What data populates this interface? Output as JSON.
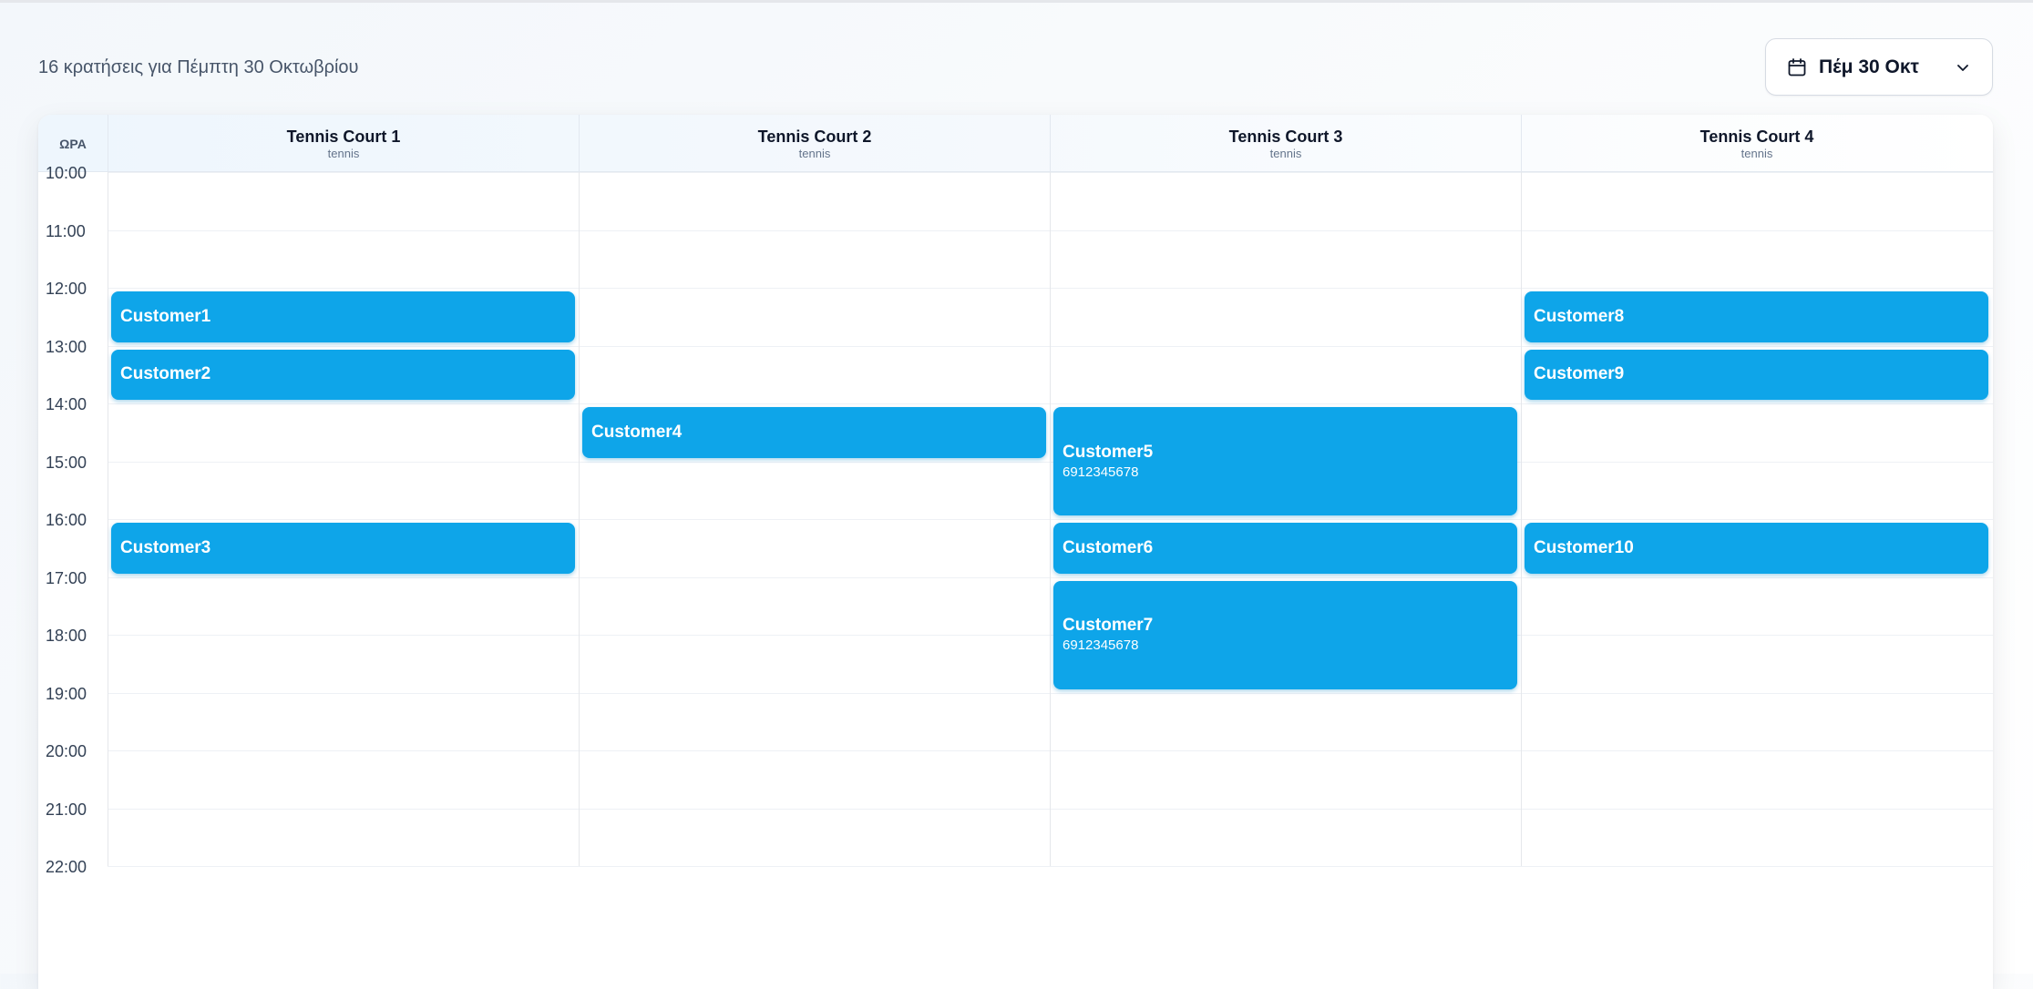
{
  "summary": "16 κρατήσεις για Πέμπτη 30 Οκτωβρίου",
  "date_picker": {
    "label": "Πέμ 30 Οκτ",
    "icon": "calendar-icon",
    "chevron": "chevron-down-icon"
  },
  "grid": {
    "time_header": "ΩΡΑ",
    "courts": [
      {
        "name": "Tennis Court 1",
        "sport": "tennis"
      },
      {
        "name": "Tennis Court 2",
        "sport": "tennis"
      },
      {
        "name": "Tennis Court 3",
        "sport": "tennis"
      },
      {
        "name": "Tennis Court 4",
        "sport": "tennis"
      }
    ],
    "hours": [
      "10:00",
      "11:00",
      "12:00",
      "13:00",
      "14:00",
      "15:00",
      "16:00",
      "17:00",
      "18:00",
      "19:00",
      "20:00",
      "21:00",
      "22:00"
    ],
    "bookings": [
      {
        "court": 0,
        "start": 12,
        "end": 13,
        "name": "Customer1",
        "phone": ""
      },
      {
        "court": 0,
        "start": 13,
        "end": 14,
        "name": "Customer2",
        "phone": ""
      },
      {
        "court": 0,
        "start": 16,
        "end": 17,
        "name": "Customer3",
        "phone": ""
      },
      {
        "court": 1,
        "start": 14,
        "end": 15,
        "name": "Customer4",
        "phone": ""
      },
      {
        "court": 2,
        "start": 14,
        "end": 16,
        "name": "Customer5",
        "phone": "6912345678"
      },
      {
        "court": 2,
        "start": 16,
        "end": 17,
        "name": "Customer6",
        "phone": ""
      },
      {
        "court": 2,
        "start": 17,
        "end": 19,
        "name": "Customer7",
        "phone": "6912345678"
      },
      {
        "court": 3,
        "start": 12,
        "end": 13,
        "name": "Customer8",
        "phone": ""
      },
      {
        "court": 3,
        "start": 13,
        "end": 14,
        "name": "Customer9",
        "phone": ""
      },
      {
        "court": 3,
        "start": 16,
        "end": 17,
        "name": "Customer10",
        "phone": ""
      }
    ]
  },
  "colors": {
    "booking": "#0ea5e9",
    "accent": "#0ea5e9"
  }
}
